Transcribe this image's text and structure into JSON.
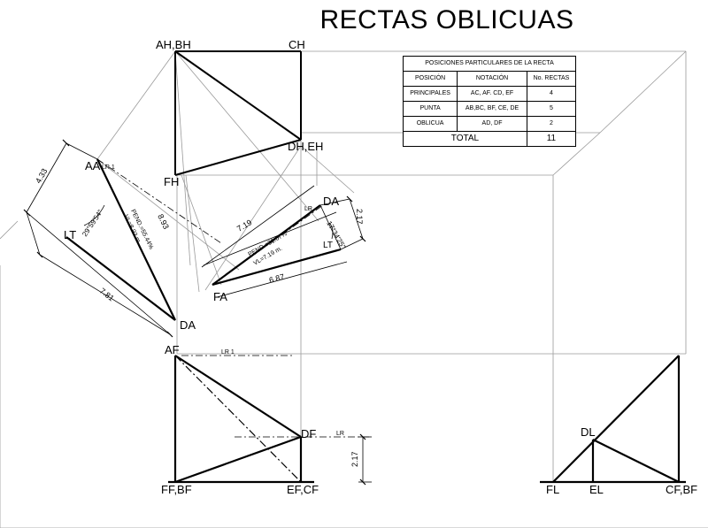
{
  "title": "RECTAS OBLICUAS",
  "table": {
    "title": "POSICIONES PARTICULARES DE LA RECTA",
    "headers": [
      "POSICIÓN",
      "NOTACIÓN",
      "No. RECTAS"
    ],
    "rows": [
      {
        "posicion": "PRINCIPALES",
        "notacion": "AC, AF. CD, EF",
        "num": "4"
      },
      {
        "posicion": "PUNTA",
        "notacion": "AB,BC, BF, CE, DE",
        "num": "5"
      },
      {
        "posicion": "OBLICUA",
        "notacion": "AD, DF",
        "num": "2"
      }
    ],
    "total_label": "TOTAL",
    "total_value": "11"
  },
  "labels": {
    "ah_bh": "AH,BH",
    "ch": "CH",
    "dh_eh": "DH,EH",
    "fh": "FH",
    "aa": "AA",
    "da_left": "DA",
    "da_right": "DA",
    "fa": "FA",
    "lr1_aux": "LR 1",
    "lt_left": "LT",
    "lt_right": "LT",
    "lr_aux": "LR",
    "af": "AF",
    "lr1_front": "LR 1",
    "df": "DF",
    "lr_front": "LR",
    "ff_bf": "FF,BF",
    "ef_cf": "EF,CF",
    "dl": "DL",
    "fl": "FL",
    "el": "EL",
    "cf_bf": "CF,BF"
  },
  "dimensions": {
    "d433": "4.33",
    "d781": "7.81",
    "d893": "8.93",
    "angle_left": "29°59'54\"",
    "pend_left": "PEND.=55.44%",
    "vl_left": "VL=8.93 m.",
    "d719": "7.19",
    "d687": "6.87",
    "d217_aux": "2.17",
    "angle_right": "17°34'25\"",
    "pend_right": "PEND.=31.67%",
    "vl_right": "VL=7.19 m.",
    "d217_front": "2.17"
  }
}
